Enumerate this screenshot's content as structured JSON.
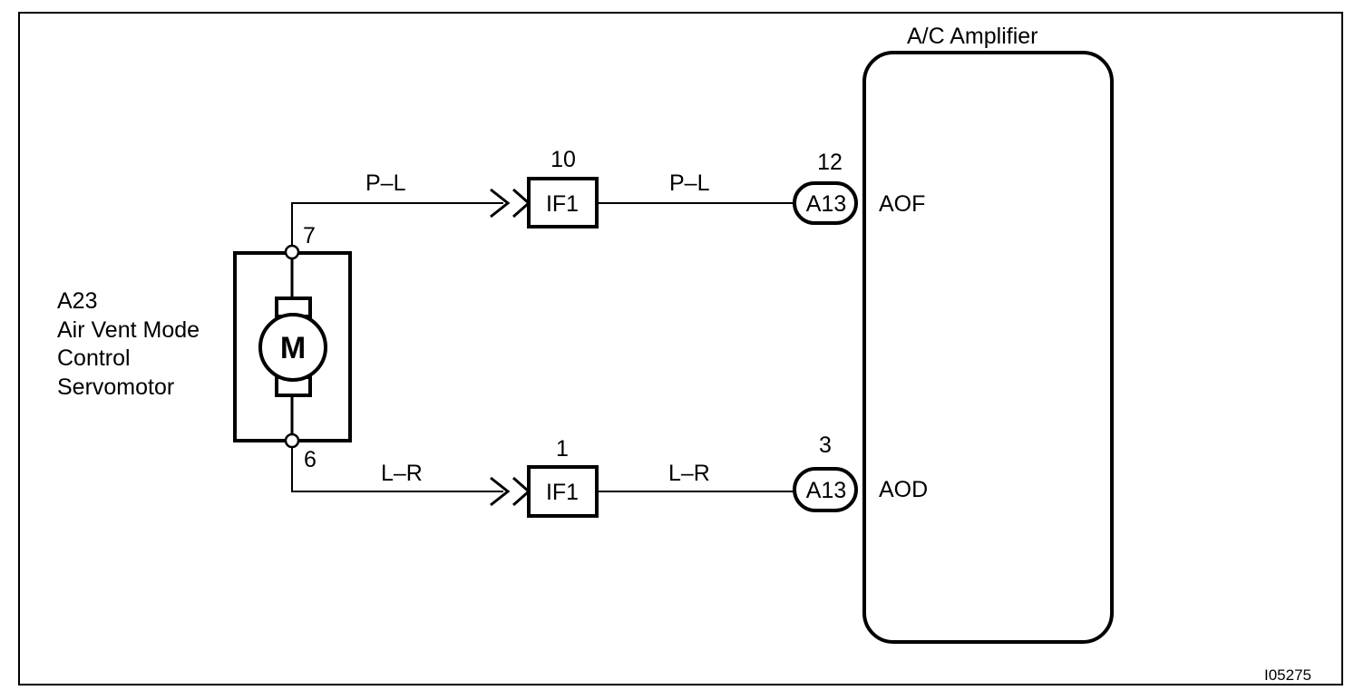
{
  "amplifier": {
    "title": "A/C Amplifier"
  },
  "servomotor": {
    "lines": [
      "A23",
      "Air Vent Mode",
      "Control",
      "Servomotor"
    ],
    "symbol": "M",
    "pin_top": "7",
    "pin_bottom": "6"
  },
  "upper_circuit": {
    "wire_left": "P–L",
    "connector": "IF1",
    "connector_pin": "10",
    "wire_right": "P–L",
    "amp_connector": "A13",
    "amp_pin": "12",
    "terminal": "AOF"
  },
  "lower_circuit": {
    "wire_left": "L–R",
    "connector": "IF1",
    "connector_pin": "1",
    "wire_right": "L–R",
    "amp_connector": "A13",
    "amp_pin": "3",
    "terminal": "AOD"
  },
  "figure_id": "I05275",
  "colors": {
    "line": "#000000",
    "background": "#ffffff"
  }
}
